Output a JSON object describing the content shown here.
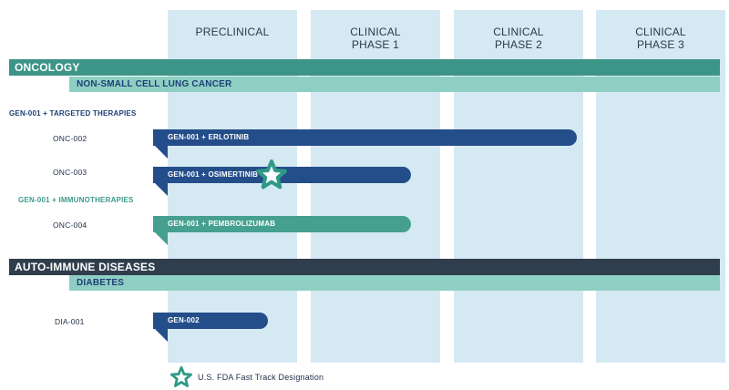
{
  "phases": [
    {
      "line1": "PRECLINICAL",
      "line2": ""
    },
    {
      "line1": "CLINICAL",
      "line2": "PHASE 1"
    },
    {
      "line1": "CLINICAL",
      "line2": "PHASE 2"
    },
    {
      "line1": "CLINICAL",
      "line2": "PHASE 3"
    }
  ],
  "sections": {
    "oncology": {
      "title": "ONCOLOGY",
      "subtitle": "NON-SMALL CELL LUNG CANCER",
      "group_targeted": "GEN-001 + TARGETED THERAPIES",
      "group_immuno": "GEN-001 + IMMUNOTHERAPIES",
      "programs": [
        {
          "code": "ONC-002",
          "name": "GEN-001 + ERLOTINIB",
          "progress": 0.74,
          "fast_track": false
        },
        {
          "code": "ONC-003",
          "name": "GEN-001 + OSIMERTINIB",
          "progress": 0.45,
          "fast_track": true
        },
        {
          "code": "ONC-004",
          "name": "GEN-001 + PEMBROLIZUMAB",
          "progress": 0.45,
          "fast_track": false
        }
      ]
    },
    "autoimmune": {
      "title": "AUTO-IMMUNE DISEASES",
      "subtitle": "DIABETES",
      "programs": [
        {
          "code": "DIA-001",
          "name": "GEN-002",
          "progress": 0.2,
          "fast_track": false
        }
      ]
    }
  },
  "legend": {
    "fast_track_label": "U.S. FDA Fast Track Designation",
    "icon": "star-icon"
  },
  "colors": {
    "column_bg": "#d5e9f2",
    "oncology_band": "#3c9587",
    "oncology_sub": "#8fcfc3",
    "autoimmune_band": "#2f3d4c",
    "autoimmune_sub": "#8fcfc3",
    "bar_blue": "#244e8a",
    "bar_green": "#45a08f",
    "group_targeted_text": "#1d3f76",
    "group_immuno_text": "#3d9b8a",
    "star": "#2f9a86"
  }
}
